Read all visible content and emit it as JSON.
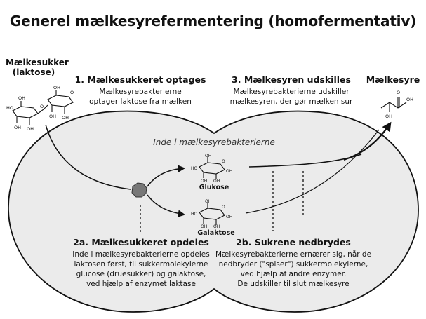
{
  "title": "Generel mælkesyrefermentering (homofermentativ)",
  "lactose_label": [
    "Mælkesukker",
    "(laktose)"
  ],
  "lactic_acid_label": "Mælkesyre",
  "inside_label": "Inde i mælkesyrebakterierne",
  "steps": {
    "s1": {
      "heading": "1. Mælkesukkeret optages",
      "lines": [
        "Mælkesyrebakterierne",
        "optager laktose fra mælken"
      ]
    },
    "s3": {
      "heading": "3. Mælkesyren udskilles",
      "lines": [
        "Mælkesyrebakterierne udskiller",
        "mælkesyren, der gør mælken sur"
      ]
    },
    "s2a": {
      "heading": "2a. Mælkesukkeret opdeles",
      "lines": [
        "Inde i mælkesyrebakterierne opdeles",
        "laktosen først, til sukkermolekylerne",
        "glucose (druesukker) og galaktose,",
        "ved hjælp af enzymet laktase"
      ]
    },
    "s2b": {
      "heading": "2b. Sukrene nedbrydes",
      "lines": [
        "Mælkesyrebakterierne ernærer sig, når de",
        "nedbryder (\"spiser\") sukkermolekylerne,",
        "ved hjælp af andre enzymer.",
        "De udskiller til slut mælkesyre"
      ]
    }
  },
  "molecules": {
    "glucose_label": "Glukose",
    "galactose_label": "Galaktose",
    "oh": "OH",
    "o": "O"
  },
  "colors": {
    "cell_fill": "#ebebeb",
    "stroke": "#111111",
    "enzyme": "#777777"
  }
}
